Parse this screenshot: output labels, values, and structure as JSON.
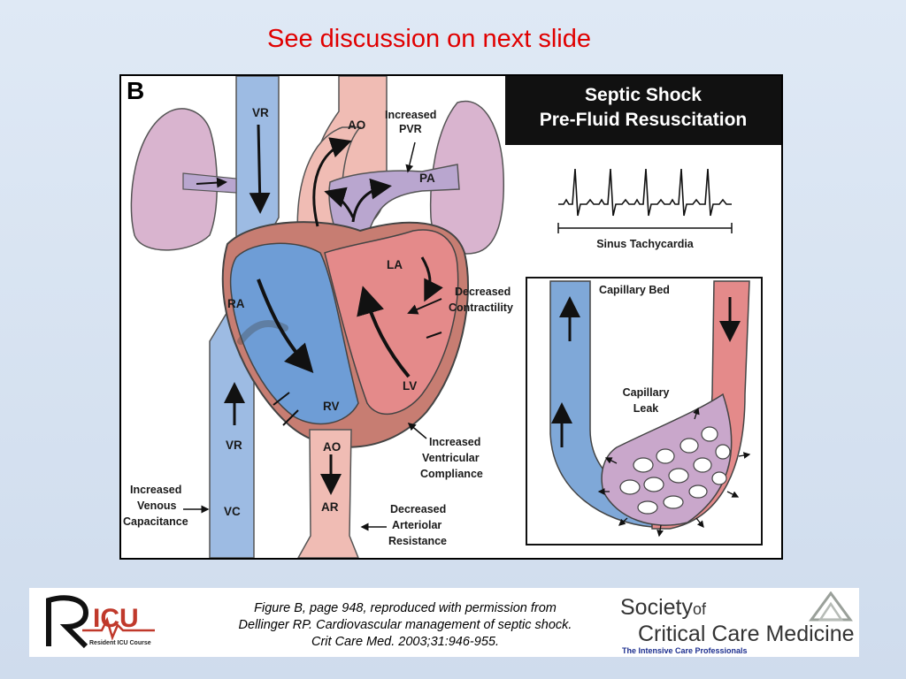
{
  "slide": {
    "title": "See discussion on next slide"
  },
  "figure": {
    "panel_letter": "B",
    "header_line1": "Septic Shock",
    "header_line2": "Pre-Fluid Resuscitation",
    "ecg_label": "Sinus Tachycardia",
    "labels": {
      "vr_top": "VR",
      "ao_top": "AO",
      "increased_pvr_1": "Increased",
      "increased_pvr_2": "PVR",
      "pa": "PA",
      "la": "LA",
      "ra": "RA",
      "rv": "RV",
      "lv": "LV",
      "decreased_contractility_1": "Decreased",
      "decreased_contractility_2": "Contractility",
      "vr_bottom": "VR",
      "ao_bottom": "AO",
      "vc": "VC",
      "ar": "AR",
      "increased_ventricular_compliance_1": "Increased",
      "increased_ventricular_compliance_2": "Ventricular",
      "increased_ventricular_compliance_3": "Compliance",
      "increased_venous_capacitance_1": "Increased",
      "increased_venous_capacitance_2": "Venous",
      "increased_venous_capacitance_3": "Capacitance",
      "decreased_arteriolar_resistance_1": "Decreased",
      "decreased_arteriolar_resistance_2": "Arteriolar",
      "decreased_arteriolar_resistance_3": "Resistance",
      "capillary_bed": "Capillary Bed",
      "capillary_leak_1": "Capillary",
      "capillary_leak_2": "Leak"
    },
    "colors": {
      "venous_blue": "#7fa8d8",
      "arterial_red": "#e48a8a",
      "arterial_pink": "#f0bcb4",
      "lung_purple": "#d9b4cf",
      "pa_purple": "#b9a6cf",
      "heart_wall": "#c77d72"
    }
  },
  "footer": {
    "credit_line1": "Figure B, page 948, reproduced with permission from",
    "credit_line2": "Dellinger RP. Cardiovascular management of septic shock.",
    "credit_line3": "Crit Care Med. 2003;31:946-955.",
    "ricu_logo_text": "ICU",
    "ricu_tagline": "Resident ICU Course",
    "sccm_line1_a": "Society",
    "sccm_line1_b": "of",
    "sccm_line2": "Critical Care Medicine",
    "sccm_tagline": "The Intensive Care Professionals"
  }
}
